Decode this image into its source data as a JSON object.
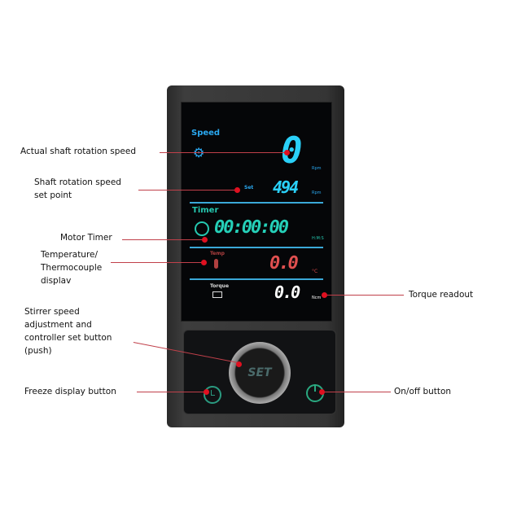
{
  "annotations": {
    "actual_speed": "Actual shaft rotation speed",
    "set_point_line1": "Shaft rotation speed",
    "set_point_line2": "set point",
    "motor_timer": "Motor Timer",
    "temperature_line1": "Temperature/",
    "temperature_line2": "Thermocouple",
    "temperature_line3": "displav",
    "torque": "Torque readout",
    "stirrer_line1": "Stirrer speed",
    "stirrer_line2": "adjustment and",
    "stirrer_line3": "controller set button",
    "stirrer_line4": "(push)",
    "freeze": "Freeze display button",
    "onoff": "On/off button"
  },
  "display": {
    "speed_label": "Speed",
    "speed_value": "0",
    "speed_unit": "Rpm",
    "set_label": "Set",
    "set_value": "494",
    "set_unit": "Rpm",
    "timer_label": "Timer",
    "timer_value": "00:00:00",
    "timer_unit": "H:M:S",
    "temp_label": "Temp",
    "temp_value": "0.0",
    "temp_unit": "°C",
    "torque_label": "Torque",
    "torque_value": "0.0",
    "torque_unit": "Ncm"
  },
  "controls": {
    "knob_label": "SET"
  },
  "colors": {
    "speed": "#2aa8f0",
    "timer": "#25c8b0",
    "temp": "#d84848",
    "torque": "#ffffff",
    "leader": "#c0404a"
  }
}
